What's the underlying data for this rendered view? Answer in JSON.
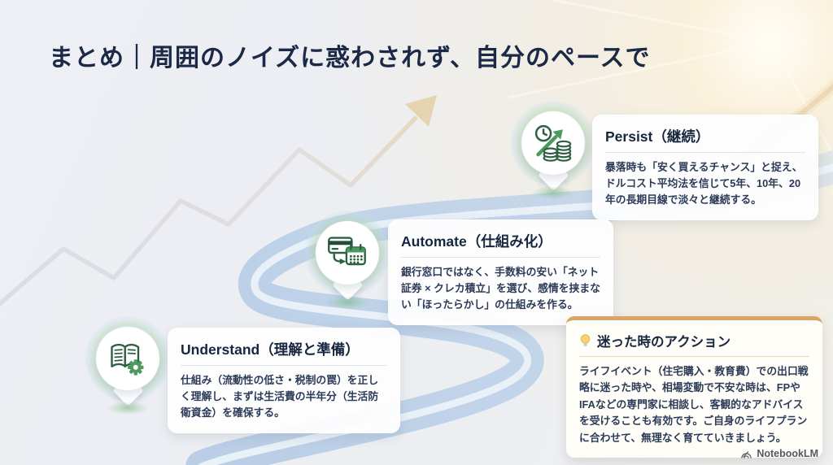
{
  "slide": {
    "title": "まとめ｜周囲のノイズに惑わされず、自分のペースで",
    "brand": "NotebookLM"
  },
  "milestones": [
    {
      "id": "understand",
      "icon": "book-gear-icon",
      "title": "Understand（理解と準備）",
      "body": "仕組み（流動性の低さ・税制の罠）を正しく理解し、まずは生活費の半年分（生活防衛資金）を確保する。"
    },
    {
      "id": "automate",
      "icon": "card-calendar-icon",
      "title": "Automate（仕組み化）",
      "body": "銀行窓口ではなく、手数料の安い「ネット証券 × クレカ積立」を選び、感情を挟まない「ほったらかし」の仕組みを作る。"
    },
    {
      "id": "persist",
      "icon": "clock-coins-arrow-icon",
      "title": "Persist（継続）",
      "body": "暴落時も「安く買えるチャンス」と捉え、ドルコスト平均法を信じて5年、10年、20年の長期目線で淡々と継続する。"
    }
  ],
  "action_note": {
    "icon": "lightbulb-icon",
    "title": "迷った時のアクション",
    "body": "ライフイベント（住宅購入・教育費）での出口戦略に迷った時や、相場変動で不安な時は、FPやIFAなどの専門家に相談し、客観的なアドバイスを受けることも有効です。ご自身のライフプランに合わせて、無理なく育てていきましょう。"
  },
  "colors": {
    "title_navy": "#1b2946",
    "body_navy": "#2b3a57",
    "icon_green_dark": "#2d5f42",
    "icon_green": "#4c9a60",
    "road_blue": "#c3d6ea",
    "action_accent": "#d9a468",
    "sun_cream": "#f8eed8"
  }
}
